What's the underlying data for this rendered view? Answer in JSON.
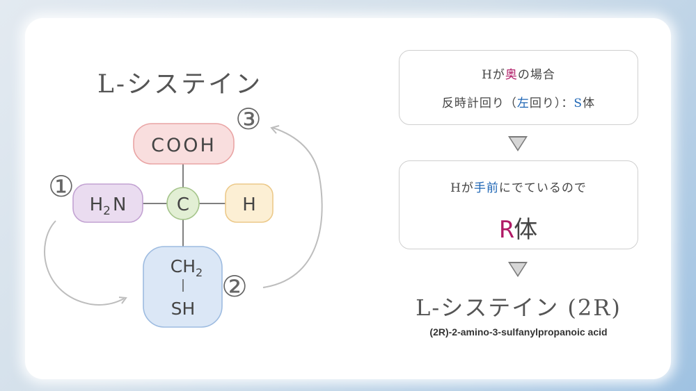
{
  "diagram": {
    "title": "L-システイン",
    "center_atom": "C",
    "groups": {
      "top": "COOH",
      "left_main": "H",
      "left_sub": "2",
      "left_tail": "N",
      "right": "H",
      "bottom_line1_main": "CH",
      "bottom_line1_sub": "2",
      "bottom_line2": "SH"
    },
    "priorities": [
      "①",
      "②",
      "③"
    ],
    "colors": {
      "cooh_fill": "#f9dede",
      "cooh_stroke": "#e9a4a4",
      "amine_fill": "#eadcf0",
      "amine_stroke": "#c2a2d2",
      "center_fill": "#e2efd4",
      "center_stroke": "#a6c58c",
      "h_fill": "#fcefd4",
      "h_stroke": "#ecc98a",
      "thiol_fill": "#dbe7f6",
      "thiol_stroke": "#9dbbe0",
      "arrow": "#bdbdbd"
    }
  },
  "steps": {
    "box1": {
      "line1_pre": "Hが",
      "line1_em": "奥",
      "line1_post": "の場合",
      "line2_pre": "反時計回り（",
      "line2_em": "左",
      "line2_mid": "回り）：",
      "line2_em2": "S",
      "line2_post": "体"
    },
    "box2": {
      "line1_pre": "Hが",
      "line1_em": "手前",
      "line1_post": "にでているので",
      "line2_em": "R",
      "line2_post": "体"
    }
  },
  "result": {
    "title": "L-システイン (2R)",
    "iupac": "(2R)-2-amino-3-sulfanylpropanoic acid"
  }
}
